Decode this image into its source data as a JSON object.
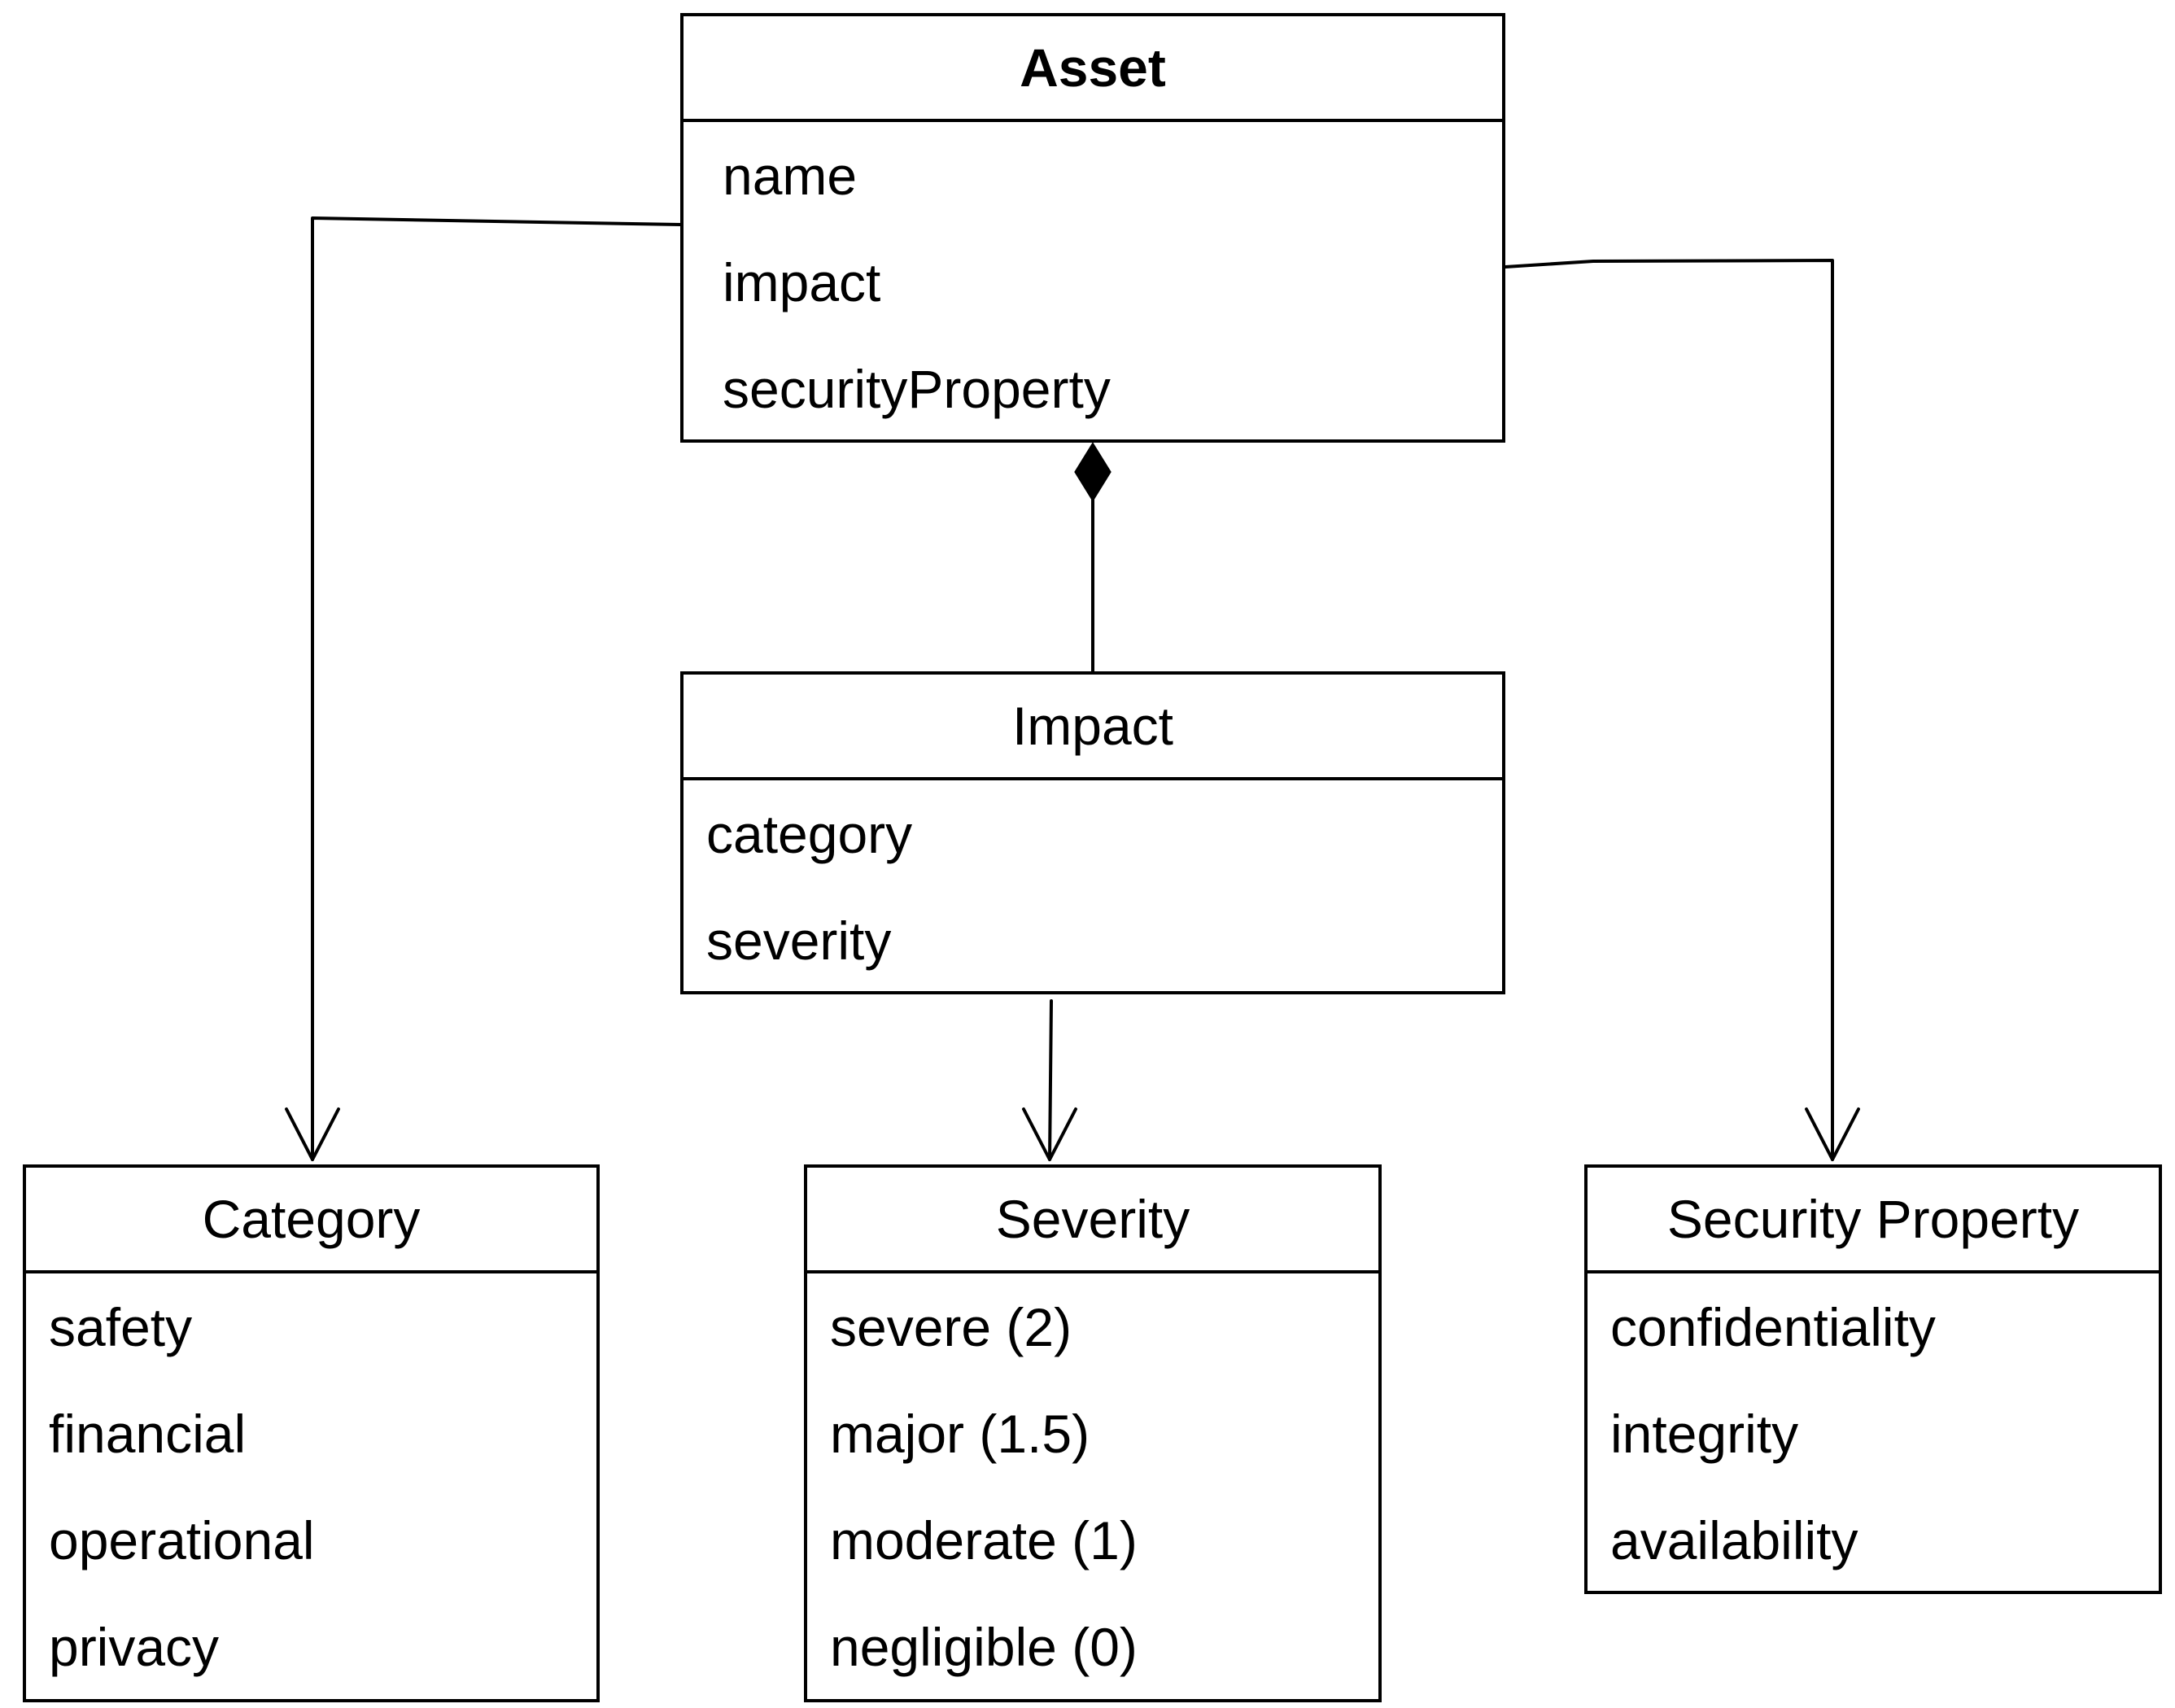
{
  "asset": {
    "title": "Asset",
    "attributes": [
      "name",
      "impact",
      "securityProperty"
    ]
  },
  "impact": {
    "title": "Impact",
    "attributes": [
      "category",
      "severity"
    ]
  },
  "category": {
    "title": "Category",
    "values": [
      "safety",
      "financial",
      "operational",
      "privacy"
    ]
  },
  "severity": {
    "title": "Severity",
    "values": [
      "severe (2)",
      "major (1.5)",
      "moderate (1)",
      "negligible (0)"
    ]
  },
  "security_property": {
    "title": "Security Property",
    "values": [
      "confidentiality",
      "integrity",
      "availability"
    ]
  },
  "relations": [
    {
      "from": "Asset",
      "to": "Impact",
      "type": "composition"
    },
    {
      "from": "Asset",
      "to": "Category",
      "type": "association"
    },
    {
      "from": "Impact",
      "to": "Severity",
      "type": "association"
    },
    {
      "from": "Asset",
      "to": "Security Property",
      "type": "association"
    }
  ],
  "colors": {
    "stroke": "#000000",
    "background": "#ffffff"
  }
}
